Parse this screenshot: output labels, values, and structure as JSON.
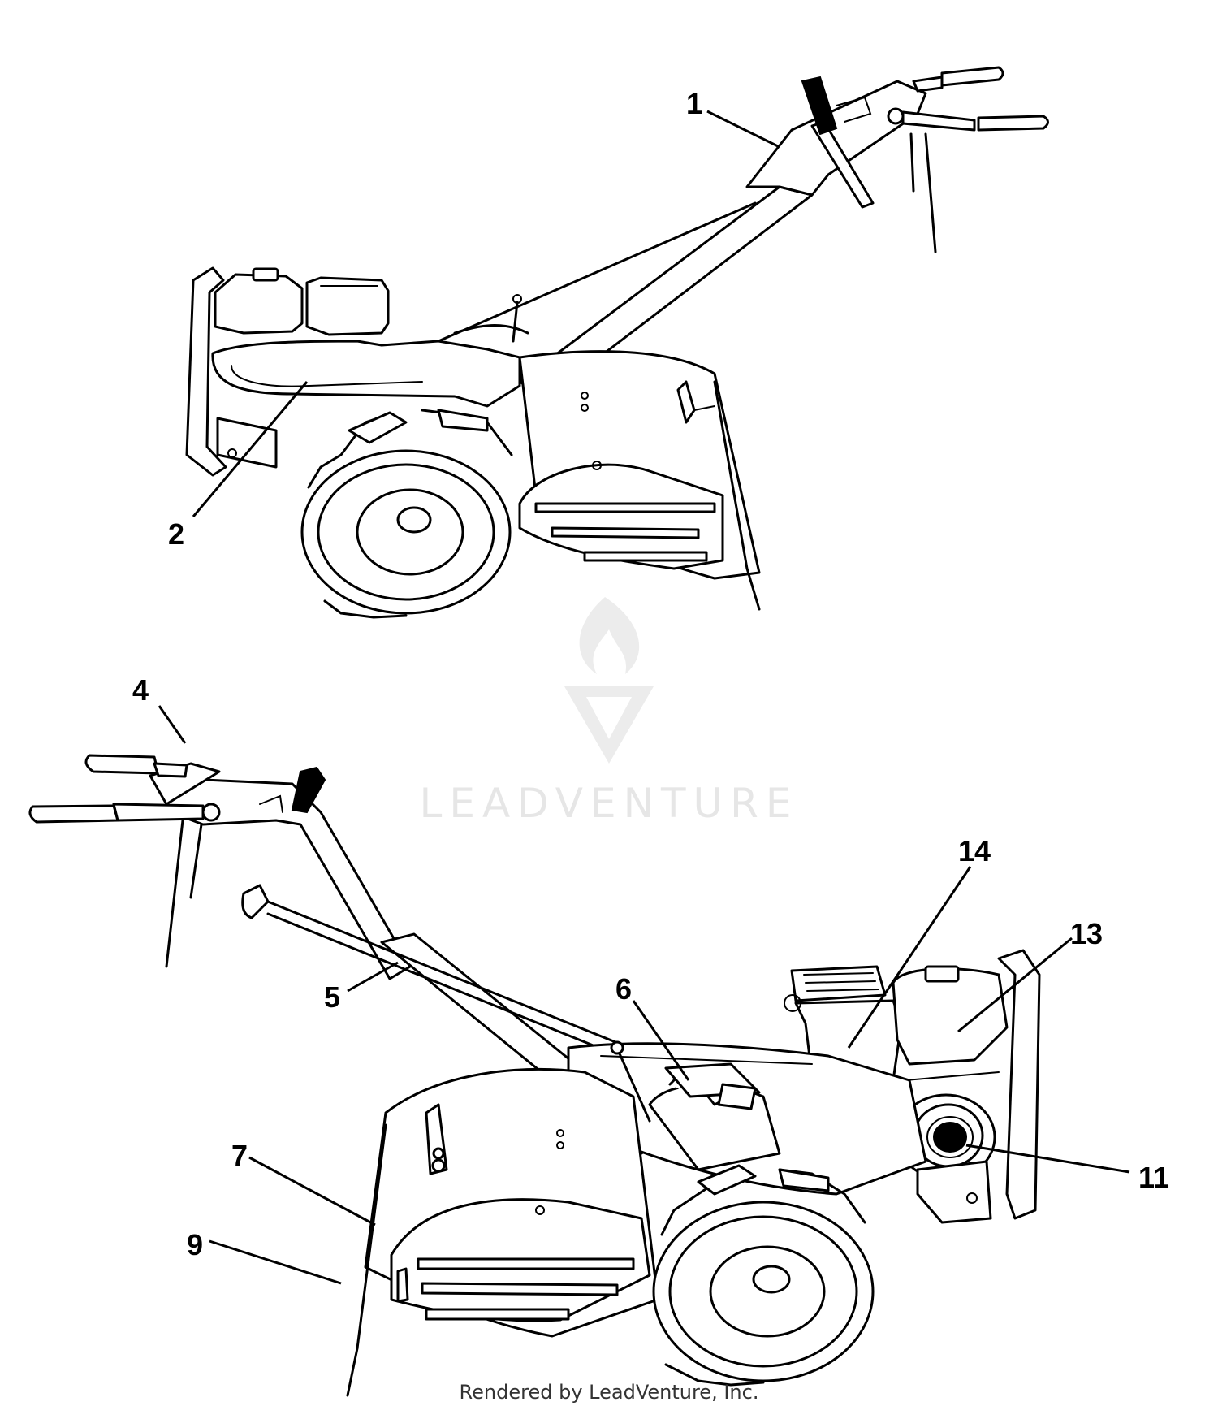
{
  "watermark": {
    "brand_text": "LEADVENTURE"
  },
  "footer": {
    "credit": "Rendered by LeadVenture, Inc."
  },
  "callouts": [
    {
      "id": "1",
      "label": "1"
    },
    {
      "id": "2",
      "label": "2"
    },
    {
      "id": "4",
      "label": "4"
    },
    {
      "id": "5",
      "label": "5"
    },
    {
      "id": "6",
      "label": "6"
    },
    {
      "id": "7",
      "label": "7"
    },
    {
      "id": "9",
      "label": "9"
    },
    {
      "id": "11",
      "label": "11"
    },
    {
      "id": "13",
      "label": "13"
    },
    {
      "id": "14",
      "label": "14"
    }
  ]
}
